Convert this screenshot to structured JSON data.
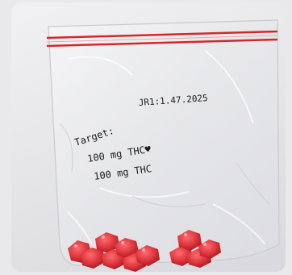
{
  "photo": {
    "bag_label_code": "JR1:1.47.2025",
    "note_line_1": "Target:",
    "note_line_2": "100 mg THC♥",
    "note_line_3": "100 mg THC",
    "colors": {
      "background": "#e9e9eb",
      "zip_seal": "#d7262b",
      "gummy": "#d9323a",
      "ink": "#1b1b1b"
    },
    "icons": [
      "heart-doodle-icon"
    ]
  }
}
